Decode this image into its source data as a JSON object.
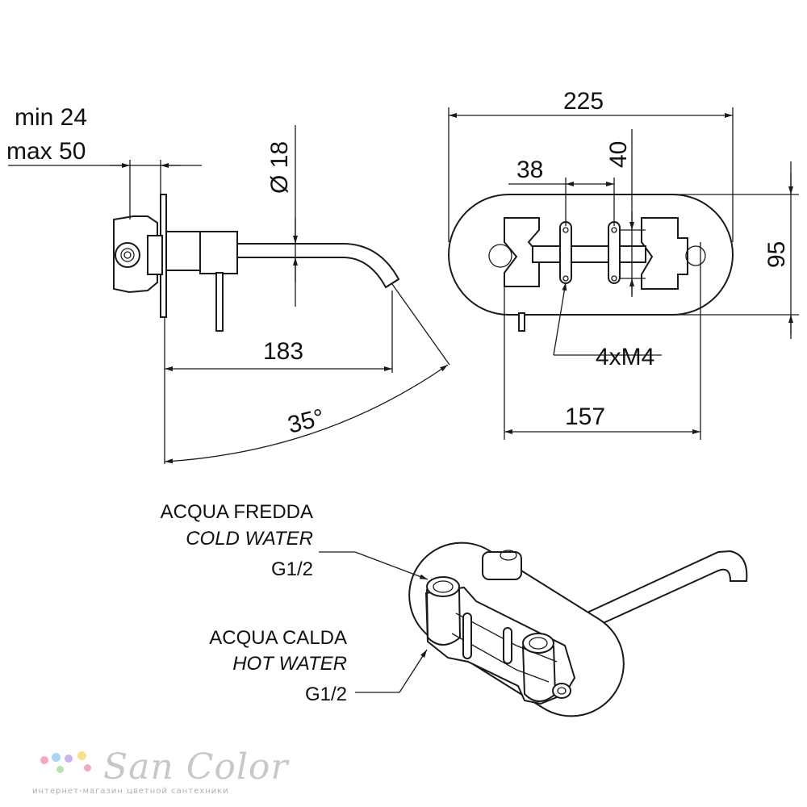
{
  "side_view": {
    "wall_min": "min 24",
    "wall_max": "max 50",
    "diameter": "Ø 18",
    "length": "183",
    "angle": "35°"
  },
  "front_view": {
    "width": "225",
    "height": "95",
    "hole_spacing_h": "38",
    "hole_spacing_v": "40",
    "screws": "4xM4",
    "plate_width": "157"
  },
  "connections": {
    "cold_line1": "ACQUA FREDDA",
    "cold_line2": "COLD WATER",
    "cold_size": "G1/2",
    "hot_line1": "ACQUA CALDA",
    "hot_line2": "HOT WATER",
    "hot_size": "G1/2"
  },
  "watermark": {
    "name": "San Color",
    "tagline": "интернет-магазин цветной сантехники",
    "dot_colors": [
      "#f4a7c6",
      "#a9d5f5",
      "#c9b3f0",
      "#f7e08a",
      "#b6e3a8"
    ]
  }
}
